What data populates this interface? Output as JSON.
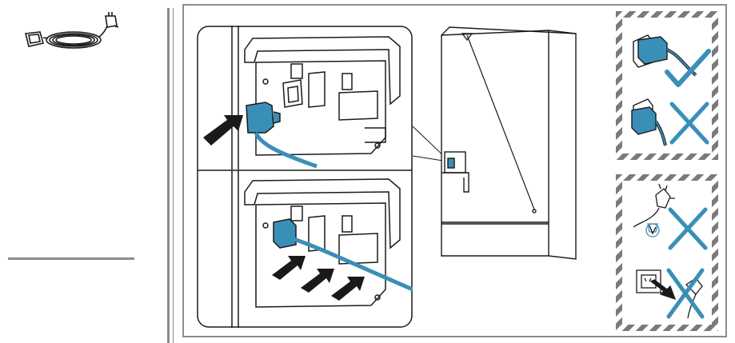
{
  "colors": {
    "accent": "#3a8fb7",
    "line": "#1a1a1a",
    "frame": "#8c8c8c",
    "hatch": "#7a7a7a",
    "cross": "#3a8fb7",
    "check": "#3a8fb7"
  },
  "parts": {
    "power_cord": {
      "icon": "power-cord-icon"
    }
  },
  "steps": [
    {
      "name": "connect-cord-socket",
      "icon": "plug-into-appliance-icon"
    },
    {
      "name": "route-cord-behind",
      "icon": "route-cable-icon"
    }
  ],
  "rules": [
    {
      "name": "plug-fully-inserted",
      "verdict": "correct"
    },
    {
      "name": "plug-not-fully-inserted",
      "verdict": "wrong"
    },
    {
      "name": "damaged-cord",
      "verdict": "wrong"
    },
    {
      "name": "unplug-by-cord",
      "verdict": "wrong"
    }
  ]
}
